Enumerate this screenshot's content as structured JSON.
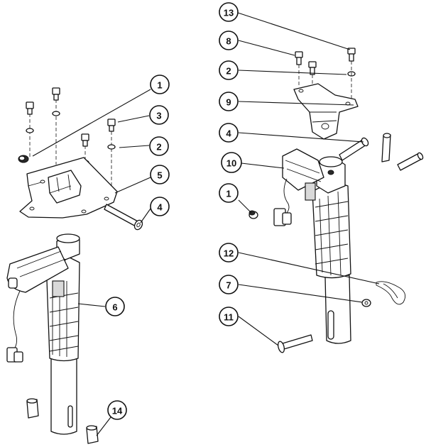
{
  "callouts": {
    "c1_left": "1",
    "c2_left": "2",
    "c3": "3",
    "c4_left": "4",
    "c5": "5",
    "c6": "6",
    "c14": "14",
    "c13": "13",
    "c8": "8",
    "c2_right": "2",
    "c9": "9",
    "c4_right": "4",
    "c10": "10",
    "c1_right": "1",
    "c12": "12",
    "c7": "7",
    "c11": "11"
  }
}
